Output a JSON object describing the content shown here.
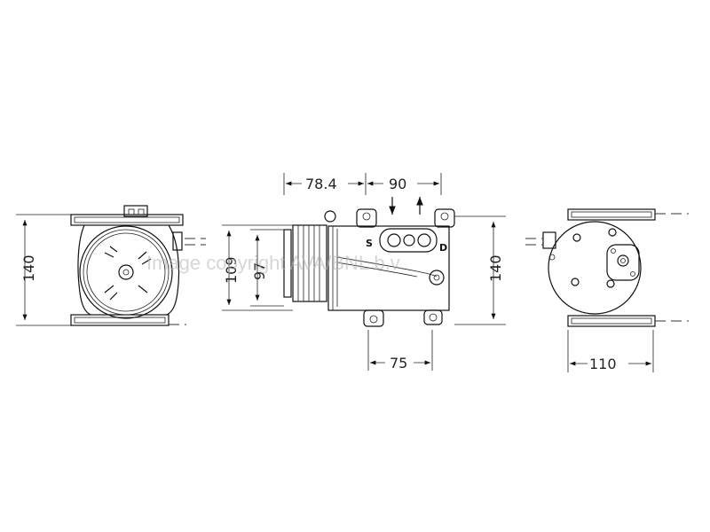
{
  "dimensions": {
    "front_height": "140",
    "side_width_left": "78.4",
    "side_width_right": "90",
    "side_height_outer": "109",
    "side_height_inner": "97",
    "side_height_right": "140",
    "side_bottom_width": "75",
    "rear_width": "110"
  },
  "ports": {
    "suction": "S",
    "discharge": "D"
  },
  "watermark": "Image copyright AVA/BNL b.v.",
  "colors": {
    "line": "#111111",
    "watermark": "#b5b5b5",
    "background": "#ffffff"
  }
}
